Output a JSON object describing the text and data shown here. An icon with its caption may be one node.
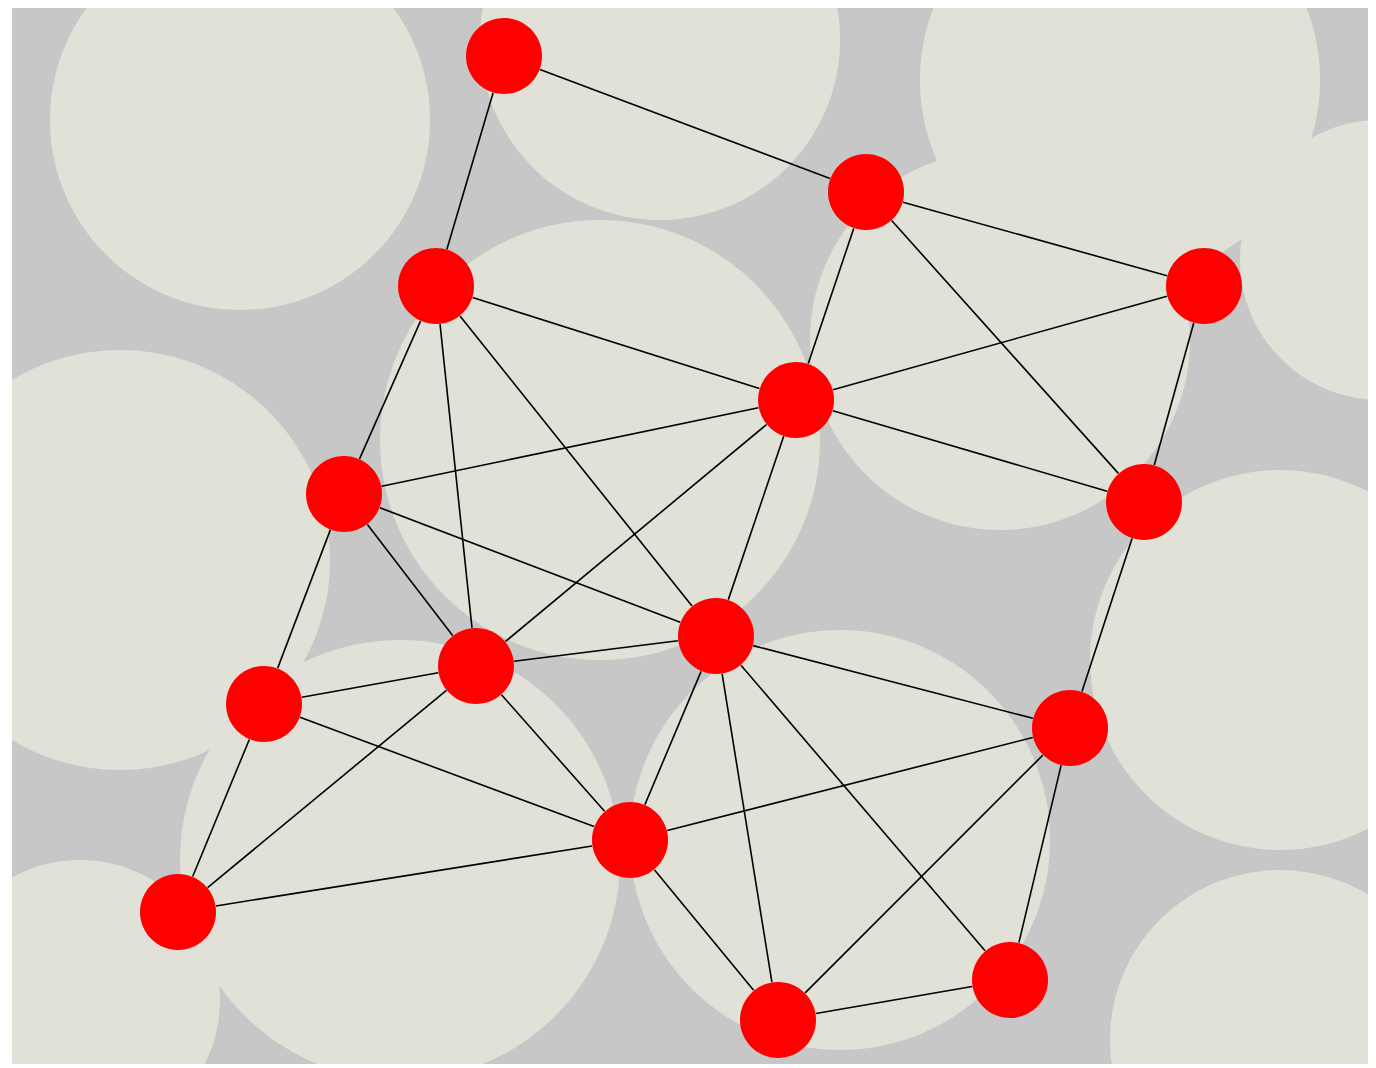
{
  "diagram": {
    "nodes": [
      {
        "text": [],
        "shape": "circle"
      },
      {
        "text": [],
        "shape": "circle"
      },
      {
        "text": [],
        "shape": "circle"
      },
      {
        "text": [],
        "shape": "circle"
      },
      {
        "text": [],
        "shape": "circle"
      },
      {
        "text": [],
        "shape": "circle"
      },
      {
        "text": [],
        "shape": "circle"
      },
      {
        "text": [],
        "shape": "circle"
      },
      {
        "text": [],
        "shape": "circle"
      },
      {
        "text": [],
        "shape": "circle"
      },
      {
        "text": [],
        "shape": "circle"
      },
      {
        "text": [],
        "shape": "circle"
      },
      {
        "text": [],
        "shape": "circle"
      },
      {
        "text": [],
        "shape": "circle"
      },
      {
        "text": [],
        "shape": "circle"
      }
    ],
    "edges": [
      {
        "from": 0,
        "to": 1,
        "arrow": "none"
      },
      {
        "from": 0,
        "to": 3,
        "arrow": "none"
      },
      {
        "from": 1,
        "to": 2,
        "arrow": "none"
      },
      {
        "from": 1,
        "to": 4,
        "arrow": "none"
      },
      {
        "from": 1,
        "to": 5,
        "arrow": "none"
      },
      {
        "from": 2,
        "to": 4,
        "arrow": "none"
      },
      {
        "from": 2,
        "to": 5,
        "arrow": "none"
      },
      {
        "from": 3,
        "to": 4,
        "arrow": "none"
      },
      {
        "from": 3,
        "to": 6,
        "arrow": "none"
      },
      {
        "from": 3,
        "to": 8,
        "arrow": "none"
      },
      {
        "from": 3,
        "to": 7,
        "arrow": "none"
      },
      {
        "from": 4,
        "to": 5,
        "arrow": "none"
      },
      {
        "from": 4,
        "to": 6,
        "arrow": "none"
      },
      {
        "from": 4,
        "to": 8,
        "arrow": "none"
      },
      {
        "from": 4,
        "to": 7,
        "arrow": "none"
      },
      {
        "from": 5,
        "to": 10,
        "arrow": "none"
      },
      {
        "from": 6,
        "to": 8,
        "arrow": "none"
      },
      {
        "from": 6,
        "to": 9,
        "arrow": "none"
      },
      {
        "from": 6,
        "to": 7,
        "arrow": "none"
      },
      {
        "from": 7,
        "to": 8,
        "arrow": "none"
      },
      {
        "from": 7,
        "to": 10,
        "arrow": "none"
      },
      {
        "from": 7,
        "to": 11,
        "arrow": "none"
      },
      {
        "from": 7,
        "to": 14,
        "arrow": "none"
      },
      {
        "from": 7,
        "to": 13,
        "arrow": "none"
      },
      {
        "from": 8,
        "to": 9,
        "arrow": "none"
      },
      {
        "from": 8,
        "to": 11,
        "arrow": "none"
      },
      {
        "from": 8,
        "to": 12,
        "arrow": "none"
      },
      {
        "from": 9,
        "to": 11,
        "arrow": "none"
      },
      {
        "from": 9,
        "to": 12,
        "arrow": "none"
      },
      {
        "from": 10,
        "to": 11,
        "arrow": "none"
      },
      {
        "from": 10,
        "to": 14,
        "arrow": "none"
      },
      {
        "from": 10,
        "to": 13,
        "arrow": "none"
      },
      {
        "from": 11,
        "to": 12,
        "arrow": "none"
      },
      {
        "from": 11,
        "to": 14,
        "arrow": "none"
      },
      {
        "from": 13,
        "to": 14,
        "arrow": "none"
      }
    ]
  }
}
